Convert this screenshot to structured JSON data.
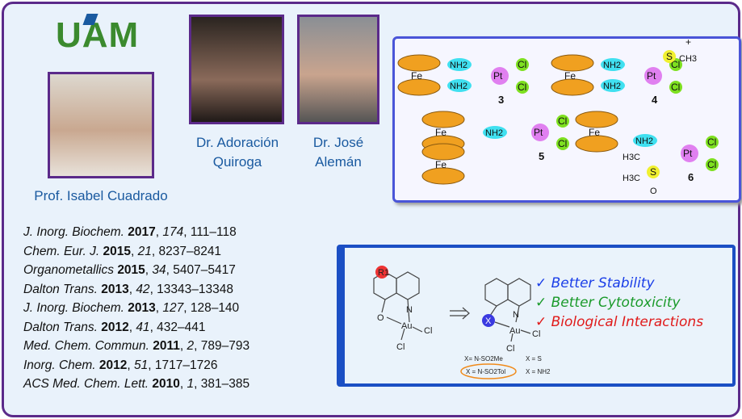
{
  "logo": {
    "text": "UAM"
  },
  "people": [
    {
      "name_line1": "Prof. Isabel Cuadrado",
      "name_line2": ""
    },
    {
      "name_line1": "Dr. Adoración",
      "name_line2": "Quiroga"
    },
    {
      "name_line1": "Dr. José",
      "name_line2": "Alemán"
    }
  ],
  "references": [
    {
      "journal": "J. Inorg. Biochem.",
      "year": "2017",
      "volume": "174",
      "pages": ", 111–118"
    },
    {
      "journal": "Chem. Eur. J.",
      "year": "2015",
      "volume": "21",
      "pages": ", 8237–8241"
    },
    {
      "journal": "Organometallics",
      "year": "2015",
      "volume": "34",
      "pages": ", 5407–5417"
    },
    {
      "journal": "Dalton Trans.",
      "year": "2013",
      "volume": "42",
      "pages": ", 13343–13348"
    },
    {
      "journal": "J. Inorg. Biochem.",
      "year": "2013",
      "volume": "127",
      "pages": ", 128–140"
    },
    {
      "journal": "Dalton Trans.",
      "year": "2012",
      "volume": "41",
      "pages": ", 432–441"
    },
    {
      "journal": "Med. Chem. Commun.",
      "year": "2011",
      "volume": "2",
      "pages": ", 789–793"
    },
    {
      "journal": "Inorg. Chem.",
      "year": "2012",
      "volume": "51",
      "pages": ", 1717–1726"
    },
    {
      "journal": "ACS Med. Chem. Lett.",
      "year": "2010",
      "volume": "1",
      "pages": ", 381–385"
    }
  ],
  "compounds": {
    "labels": [
      "3",
      "4",
      "5",
      "6"
    ],
    "fe": "Fe",
    "pt": "Pt",
    "nh2": "NH2",
    "cl": "Cl",
    "charge": "+",
    "sme": "S",
    "ch3": "CH3",
    "h3c": "H3C",
    "o": "O"
  },
  "sketch": {
    "r1": "R1",
    "x": "X",
    "n": "N",
    "au": "Au",
    "cl": "Cl",
    "o": "O",
    "x_options": [
      "X= N-SO2Me",
      "X = S",
      "X = N-SO2Tol",
      "X = NH2"
    ],
    "claims": [
      {
        "text": "✓ Better Stability",
        "color": "#1a3ee8"
      },
      {
        "text": "✓ Better Cytotoxicity",
        "color": "#1a9a2a"
      },
      {
        "text": "✓ Biological Interactions",
        "color": "#e01a1a"
      }
    ]
  }
}
